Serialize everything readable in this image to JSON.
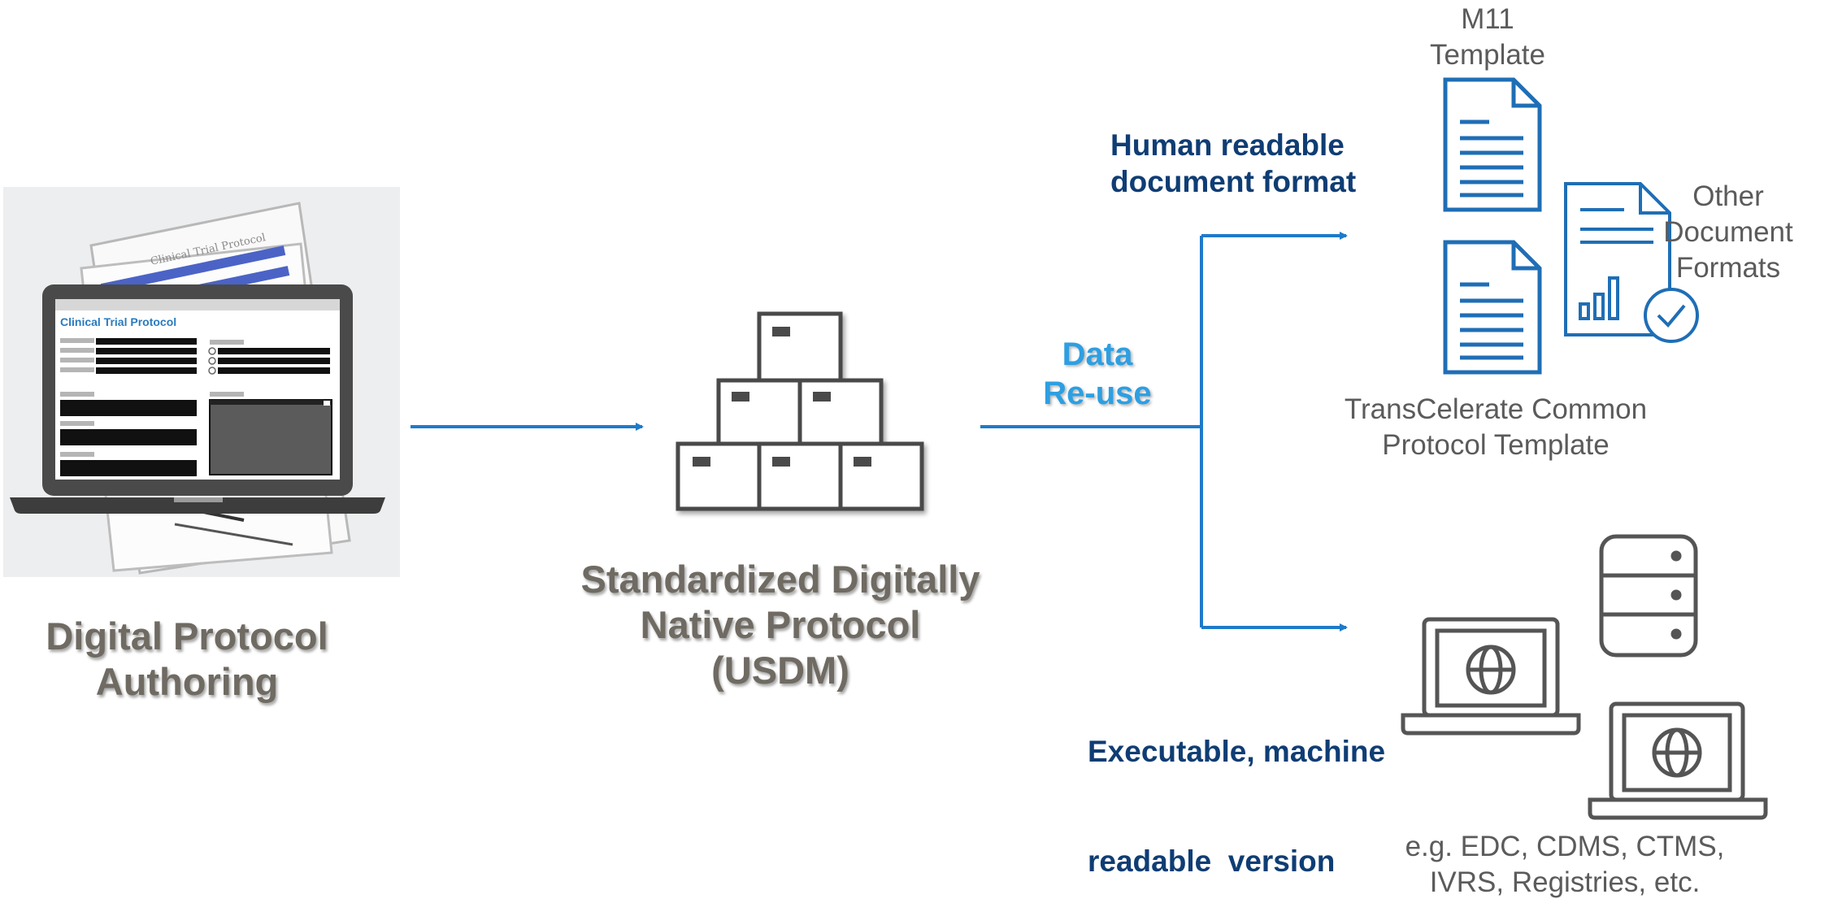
{
  "authoring": {
    "title_line1": "Digital Protocol",
    "title_line2": "Authoring",
    "doc_back_title": "Clinical Trial Protocol",
    "screen_title": "Clinical Trial Protocol"
  },
  "usdm": {
    "line1": "Standardized Digitally",
    "line2": "Native Protocol",
    "line3": "(USDM)"
  },
  "reuse": {
    "line1": "Data",
    "line2": "Re-use"
  },
  "human": {
    "line1": "Human readable",
    "line2": "document format"
  },
  "machine": {
    "line1": "Executable, machine",
    "line2": "readable  version"
  },
  "m11": {
    "line1": "M11",
    "line2": "Template"
  },
  "other": {
    "line1": "Other",
    "line2": "Document",
    "line3": "Formats"
  },
  "transcelerate": {
    "line1": "TransCelerate Common",
    "line2": "Protocol Template"
  },
  "systems": {
    "line1": "e.g. EDC, CDMS, CTMS,",
    "line2": "IVRS, Registries, etc."
  },
  "colors": {
    "arrow": "#1f7ac9",
    "icon_blue": "#1f6eb5",
    "icon_gray": "#555555",
    "title_gray": "#6f6a62",
    "label_navy": "#0f3d74",
    "label_cyan": "#2d9fe2"
  }
}
